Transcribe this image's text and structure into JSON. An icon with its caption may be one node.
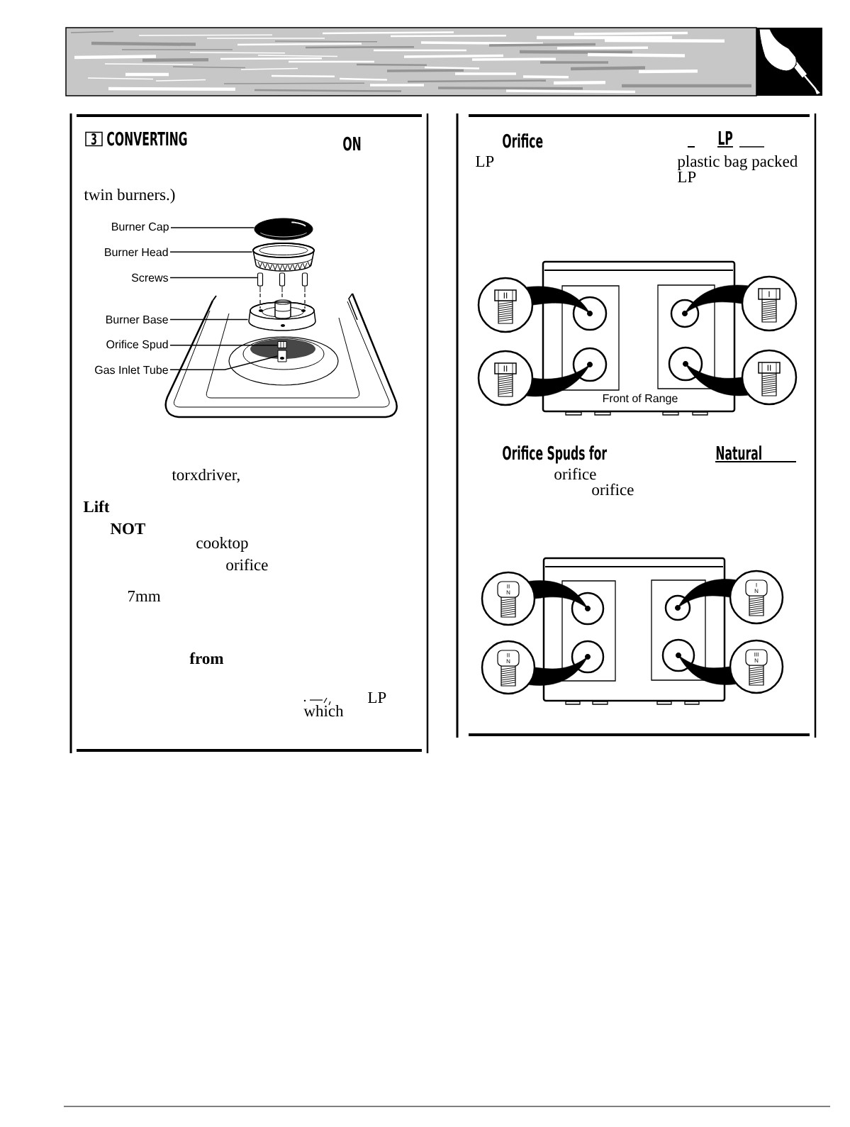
{
  "diagram": {
    "nodes": [
      {
        "text": [
          "3"
        ]
      },
      {
        "text": [
          "Burner Cap"
        ]
      },
      {
        "text": [],
        "shape": "picture"
      },
      {
        "text": [
          "Burner Head"
        ]
      },
      {
        "text": [],
        "shape": "picture"
      },
      {
        "text": [
          "Screws"
        ]
      },
      {
        "text": [],
        "shape": "picture"
      },
      {
        "text": [
          "Burner Base"
        ]
      },
      {
        "text": [],
        "shape": "picture"
      },
      {
        "text": [
          "Orifice Spud"
        ]
      },
      {
        "text": [],
        "shape": "picture"
      },
      {
        "text": [
          "Gas Inlet Tube"
        ]
      },
      {
        "text": [],
        "shape": "picture"
      },
      {
        "text": [
          "Front of Range"
        ]
      },
      {
        "text": [],
        "shape": "circle",
        "in": 13
      },
      {
        "text": [],
        "shape": "circle",
        "in": 13
      },
      {
        "text": [],
        "shape": "circle",
        "in": 13
      },
      {
        "text": [],
        "shape": "circle",
        "in": 13
      },
      {
        "text": [
          "II"
        ]
      },
      {
        "text": [
          "I"
        ]
      },
      {
        "text": [
          "II"
        ]
      },
      {
        "text": [
          "II"
        ]
      },
      {
        "text": [],
        "shape": "box"
      },
      {
        "text": [],
        "shape": "circle",
        "in": 22
      },
      {
        "text": [],
        "shape": "circle",
        "in": 22
      },
      {
        "text": [],
        "shape": "circle",
        "in": 22
      },
      {
        "text": [],
        "shape": "circle",
        "in": 22
      },
      {
        "text": [
          "II N"
        ]
      },
      {
        "text": [
          "I N"
        ]
      },
      {
        "text": [
          "II N"
        ]
      },
      {
        "text": [
          "III N"
        ]
      }
    ],
    "edges": [
      {
        "from": 1,
        "to": 2,
        "arrow": "none"
      },
      {
        "from": 3,
        "to": 4,
        "arrow": "none"
      },
      {
        "from": 5,
        "to": 6,
        "arrow": "none"
      },
      {
        "from": 7,
        "to": 8,
        "arrow": "none"
      },
      {
        "from": 9,
        "to": 10,
        "arrow": "none"
      },
      {
        "from": 11,
        "to": 12,
        "arrow": "none"
      },
      {
        "from": 18,
        "to": 14,
        "arrow": "none",
        "style": "thick"
      },
      {
        "from": 19,
        "to": 15,
        "arrow": "none",
        "style": "thick"
      },
      {
        "from": 20,
        "to": 16,
        "arrow": "none",
        "style": "thick"
      },
      {
        "from": 21,
        "to": 17,
        "arrow": "none",
        "style": "thick"
      },
      {
        "from": 27,
        "to": 23,
        "arrow": "none",
        "style": "thick"
      },
      {
        "from": 28,
        "to": 24,
        "arrow": "none",
        "style": "thick"
      },
      {
        "from": 29,
        "to": 25,
        "arrow": "none",
        "style": "thick"
      },
      {
        "from": 30,
        "to": 26,
        "arrow": "none",
        "style": "thick"
      }
    ],
    "labels": [
      "CONVERTING",
      "ON",
      "twin burners.)",
      "torxdriver,",
      "Lift",
      "NOT",
      "cooktop",
      "orifice",
      "7mm",
      "from",
      "LP",
      "which",
      "Orifice",
      "LP",
      "LP",
      "plastic bag packed",
      "LP",
      "Orifice Spuds for",
      "Natural",
      "orifice",
      "orifice"
    ]
  }
}
